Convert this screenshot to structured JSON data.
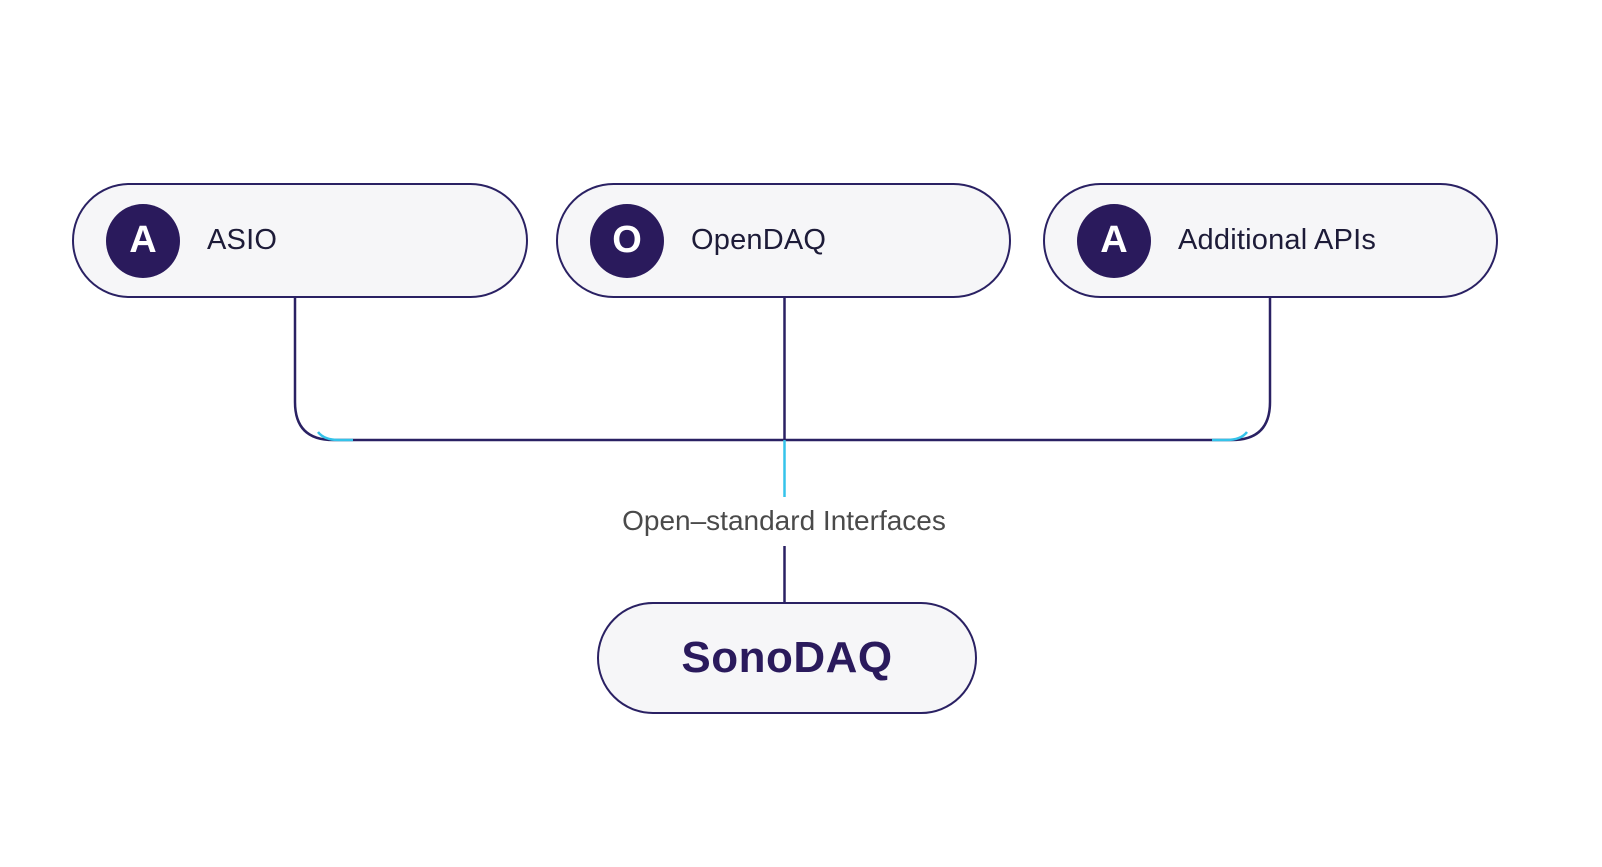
{
  "diagram": {
    "nodes": [
      {
        "label": "ASIO",
        "icon_letter": "A"
      },
      {
        "label": "OpenDAQ",
        "icon_letter": "O"
      },
      {
        "label": "Additional APIs",
        "icon_letter": "A"
      }
    ],
    "connector_label": "Open–standard Interfaces",
    "target_node": {
      "label": "SonoDAQ"
    },
    "colors": {
      "background": "#ffffff",
      "pill_background": "#f6f6f8",
      "pill_border": "#2a2163",
      "badge_background": "#2a1a5c",
      "badge_letter": "#ffffff",
      "line": "#2a2163",
      "line_accent": "#35c3ea",
      "connector_label_text": "#4a4a4a",
      "target_text": "#2a1a5c"
    }
  }
}
